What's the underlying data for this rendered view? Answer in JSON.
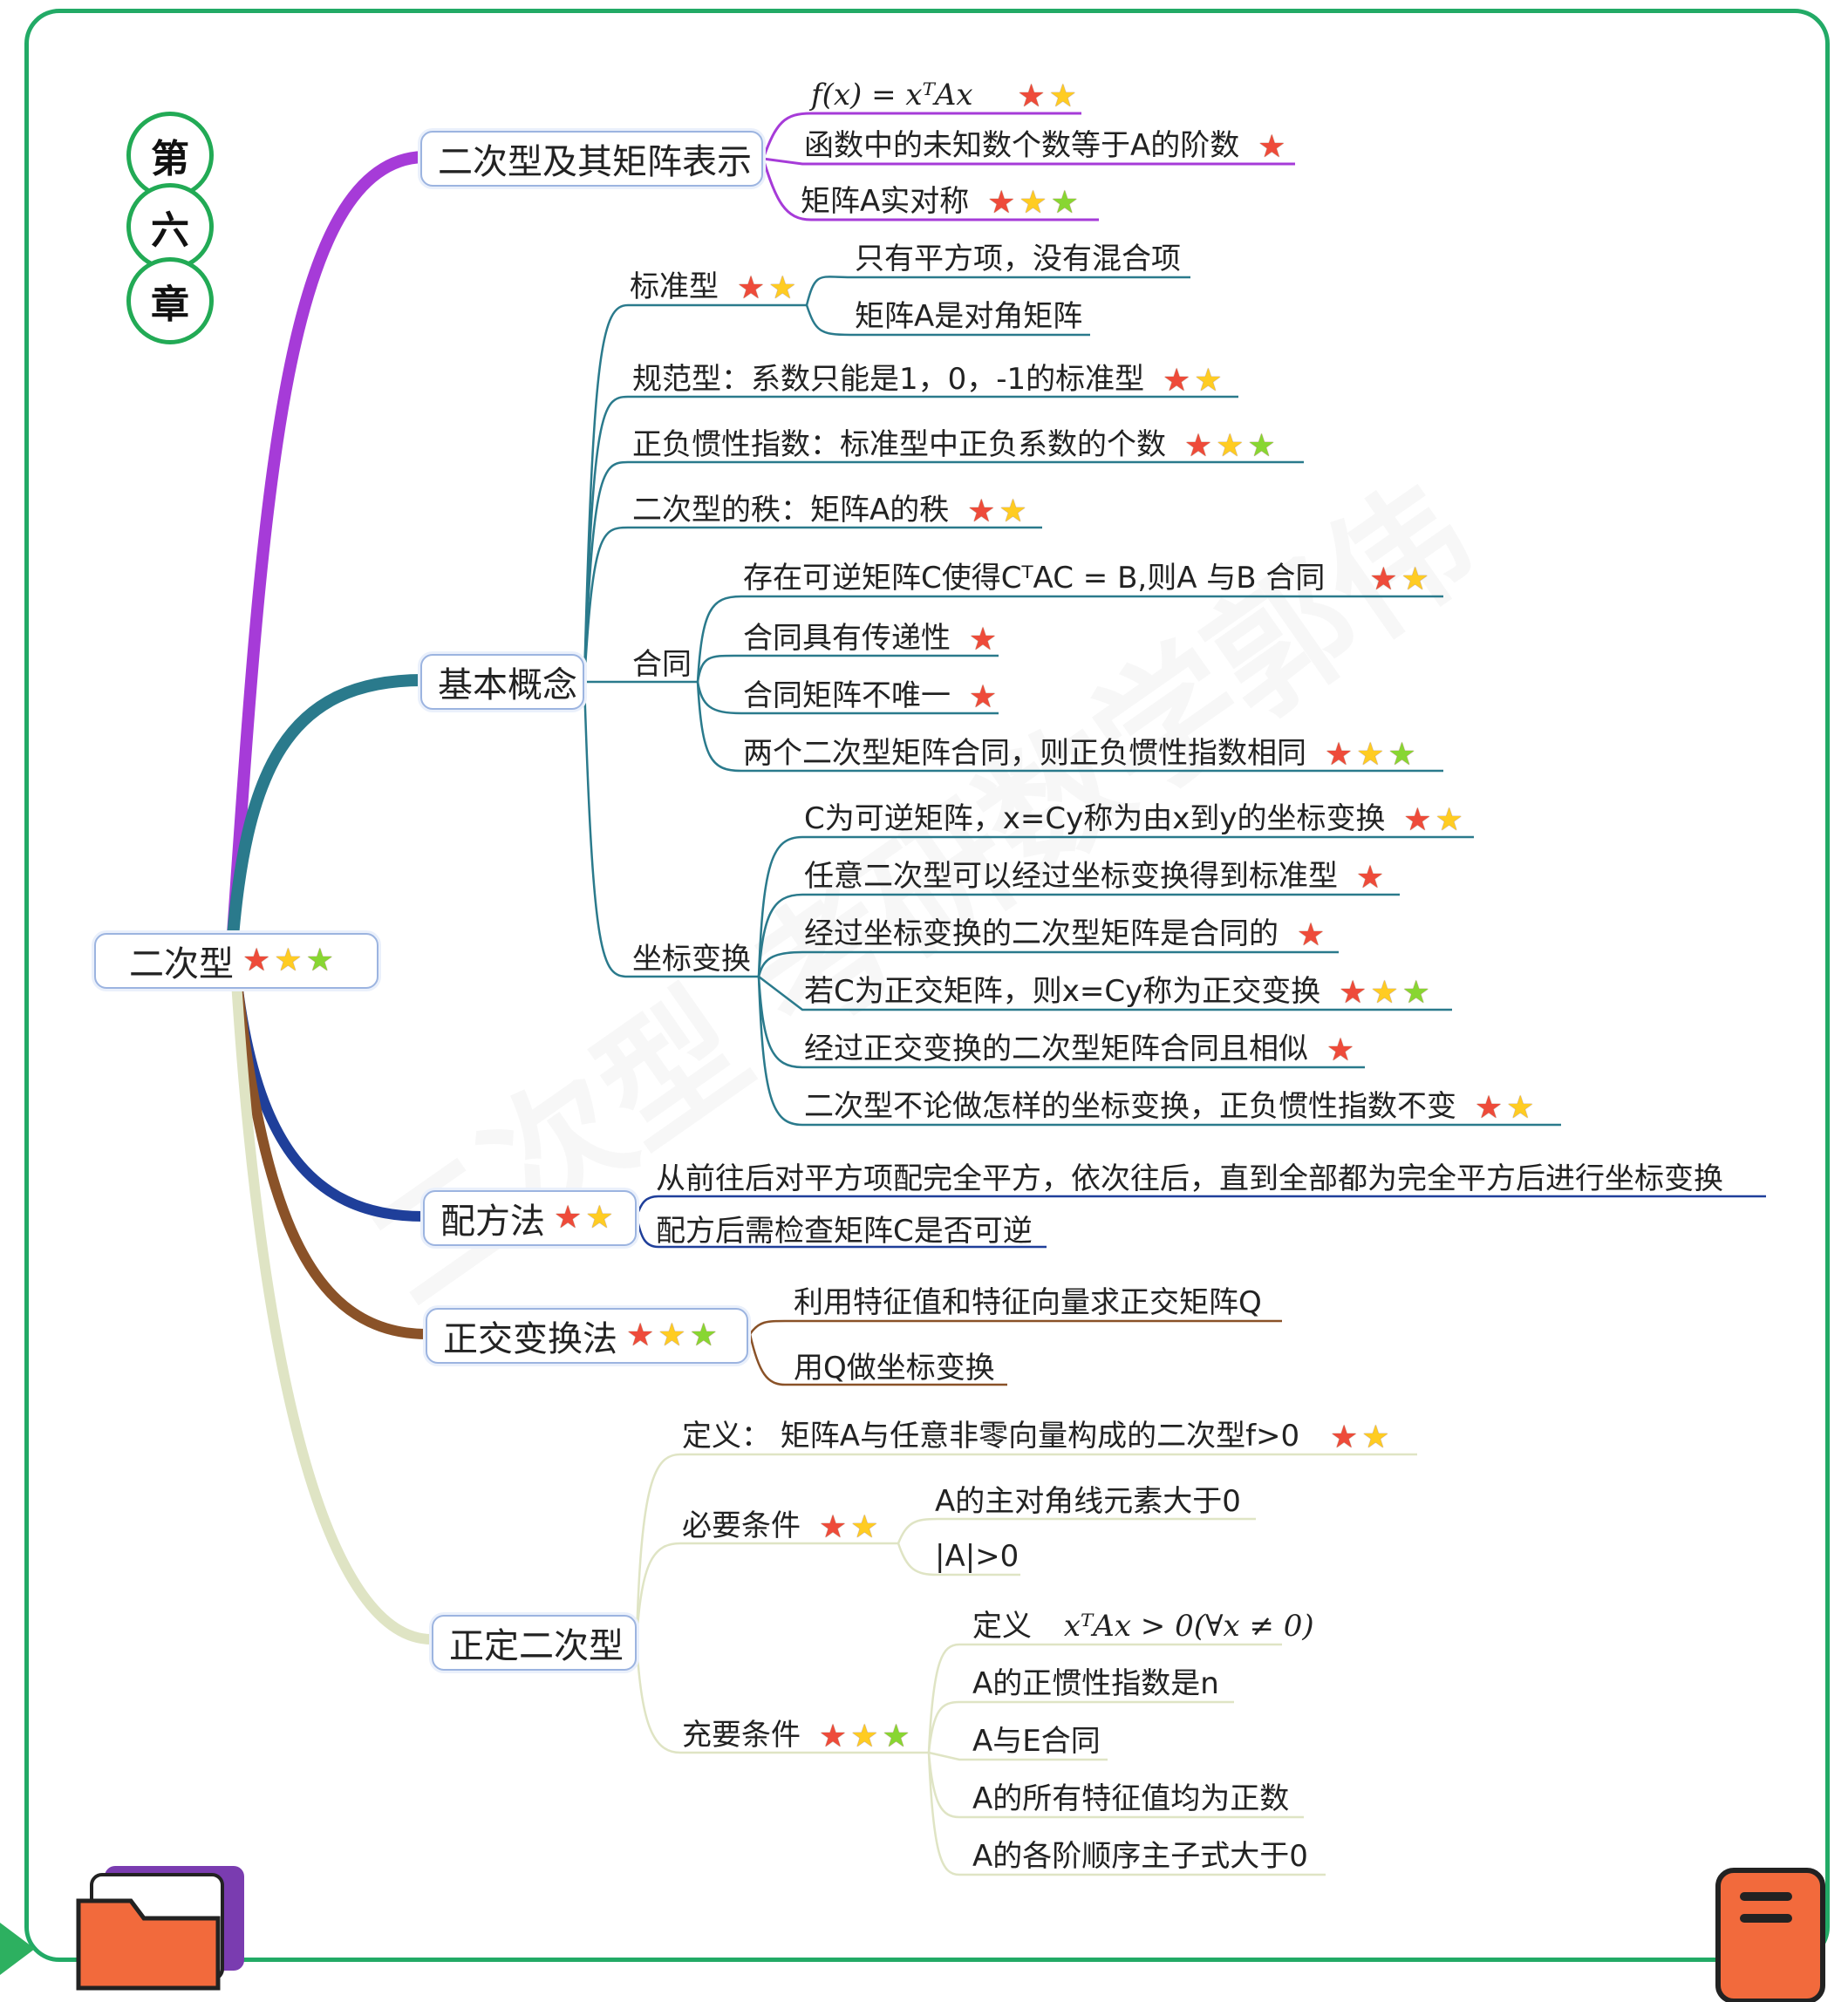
{
  "chapter": [
    "第",
    "六",
    "章"
  ],
  "root": {
    "label": "二次型",
    "stars": [
      "red",
      "yellow",
      "green"
    ]
  },
  "watermark": "二次型 考研数学郭伟",
  "b1": {
    "label": "二次型及其矩阵表示",
    "items": [
      {
        "text": "f(x) = xᵀAx",
        "stars": [
          "red",
          "yellow"
        ]
      },
      {
        "text": "函数中的未知数个数等于A的阶数",
        "stars": [
          "red"
        ]
      },
      {
        "text": "矩阵A实对称",
        "stars": [
          "red",
          "yellow",
          "green"
        ]
      }
    ]
  },
  "b2": {
    "label": "基本概念",
    "std": {
      "label": "标准型",
      "stars": [
        "red",
        "yellow"
      ],
      "items": [
        "只有平方项，没有混合项",
        "矩阵A是对角矩阵"
      ]
    },
    "norm": {
      "text": "规范型：系数只能是1，0，-1的标准型",
      "stars": [
        "red",
        "yellow"
      ]
    },
    "inertia": {
      "text": "正负惯性指数：标准型中正负系数的个数",
      "stars": [
        "red",
        "yellow",
        "green"
      ]
    },
    "rank": {
      "text": "二次型的秩：矩阵A的秩",
      "stars": [
        "red",
        "yellow"
      ]
    },
    "congr": {
      "label": "合同",
      "items": [
        {
          "text": "存在可逆矩阵C使得CᵀAC = B,则A 与B 合同",
          "stars": [
            "red",
            "yellow"
          ]
        },
        {
          "text": "合同具有传递性",
          "stars": [
            "red"
          ]
        },
        {
          "text": "合同矩阵不唯一",
          "stars": [
            "red"
          ]
        },
        {
          "text": "两个二次型矩阵合同，则正负惯性指数相同",
          "stars": [
            "red",
            "yellow",
            "green"
          ]
        }
      ]
    },
    "coord": {
      "label": "坐标变换",
      "items": [
        {
          "text": "C为可逆矩阵，x=Cy称为由x到y的坐标变换",
          "stars": [
            "red",
            "yellow"
          ]
        },
        {
          "text": "任意二次型可以经过坐标变换得到标准型",
          "stars": [
            "red"
          ]
        },
        {
          "text": "经过坐标变换的二次型矩阵是合同的",
          "stars": [
            "red"
          ]
        },
        {
          "text": "若C为正交矩阵，则x=Cy称为正交变换",
          "stars": [
            "red",
            "yellow",
            "green"
          ]
        },
        {
          "text": "经过正交变换的二次型矩阵合同且相似",
          "stars": [
            "red"
          ]
        },
        {
          "text": "二次型不论做怎样的坐标变换，正负惯性指数不变",
          "stars": [
            "red",
            "yellow"
          ]
        }
      ]
    }
  },
  "b3": {
    "label": "配方法",
    "stars": [
      "red",
      "yellow"
    ],
    "items": [
      "从前往后对平方项配完全平方，依次往后，直到全部都为完全平方后进行坐标变换",
      "配方后需检查矩阵C是否可逆"
    ]
  },
  "b4": {
    "label": "正交变换法",
    "stars": [
      "red",
      "yellow",
      "green"
    ],
    "items": [
      "利用特征值和特征向量求正交矩阵Q",
      "用Q做坐标变换"
    ]
  },
  "b5": {
    "label": "正定二次型",
    "def": {
      "text": "定义： 矩阵A与任意非零向量构成的二次型f>0",
      "stars": [
        "red",
        "yellow"
      ]
    },
    "nec": {
      "label": "必要条件",
      "stars": [
        "red",
        "yellow"
      ],
      "items": [
        "A的主对角线元素大于0",
        "|A|>0"
      ]
    },
    "suf": {
      "label": "充要条件",
      "stars": [
        "red",
        "yellow",
        "green"
      ],
      "def_label": "定义",
      "def_math": "xᵀAx > 0(∀x ≠ 0)",
      "items": [
        "A的正惯性指数是n",
        "A与E合同",
        "A的所有特征值均为正数",
        "A的各阶顺序主子式大于0"
      ]
    }
  },
  "colors": {
    "b1": "#a63bd8",
    "b2": "#2a7a8c",
    "b3": "#1f3f9a",
    "b4": "#8a5228",
    "b5": "#c9d3a6",
    "frame": "#22aa66"
  }
}
